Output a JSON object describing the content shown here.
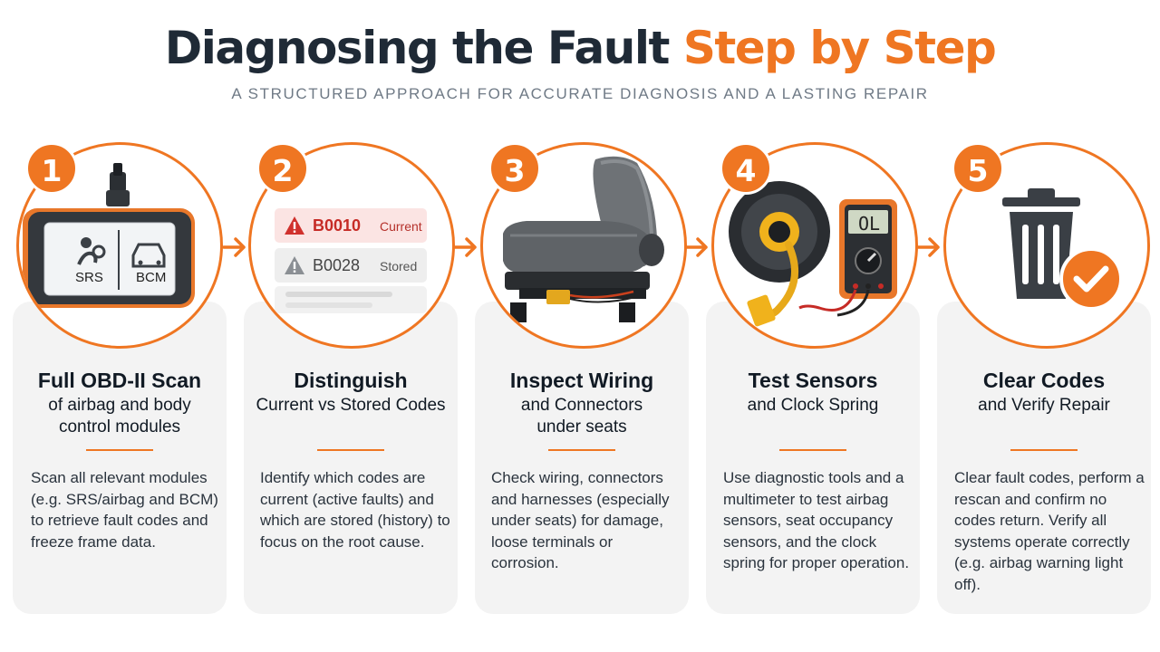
{
  "header": {
    "title_main": "Diagnosing the Fault ",
    "title_accent": "Step by Step",
    "subtitle": "A STRUCTURED APPROACH FOR ACCURATE DIAGNOSIS AND A LASTING REPAIR"
  },
  "colors": {
    "accent": "#ef7622",
    "dark": "#1f2a36",
    "card_bg": "#f3f3f3",
    "alert_red": "#d0312d"
  },
  "steps": [
    {
      "number": "1",
      "title": "Full OBD-II Scan",
      "subtitle_lines": [
        "of airbag and body",
        "control modules"
      ],
      "description": "Scan all relevant modules (e.g. SRS/airbag and BCM) to retrieve fault codes and freeze frame data.",
      "icon": "obd-scanner-icon",
      "screen_labels": [
        "SRS",
        "BCM"
      ]
    },
    {
      "number": "2",
      "title": "Distinguish",
      "subtitle_lines": [
        "Current vs Stored Codes"
      ],
      "description": "Identify which codes are current (active faults) and which are stored (history) to focus on the root cause.",
      "icon": "fault-code-list-icon",
      "codes": [
        {
          "code": "B0010",
          "status": "Current"
        },
        {
          "code": "B0028",
          "status": "Stored"
        }
      ]
    },
    {
      "number": "3",
      "title": "Inspect Wiring",
      "subtitle_lines": [
        "and Connectors",
        "under seats"
      ],
      "description": "Check wiring, connectors and harnesses (especially under seats) for damage, loose terminals or corrosion.",
      "icon": "car-seat-icon"
    },
    {
      "number": "4",
      "title": "Test Sensors",
      "subtitle_lines": [
        "and Clock Spring"
      ],
      "description": "Use diagnostic tools and a multimeter to test airbag sensors, seat occupancy sensors, and the clock spring for proper operation.",
      "icon": "multimeter-icon",
      "meter_reading": "OL"
    },
    {
      "number": "5",
      "title": "Clear Codes",
      "subtitle_lines": [
        "and Verify Repair"
      ],
      "description": "Clear fault codes, perform a rescan and confirm no codes return. Verify all systems operate correctly (e.g. airbag warning light off).",
      "icon": "trash-check-icon"
    }
  ]
}
